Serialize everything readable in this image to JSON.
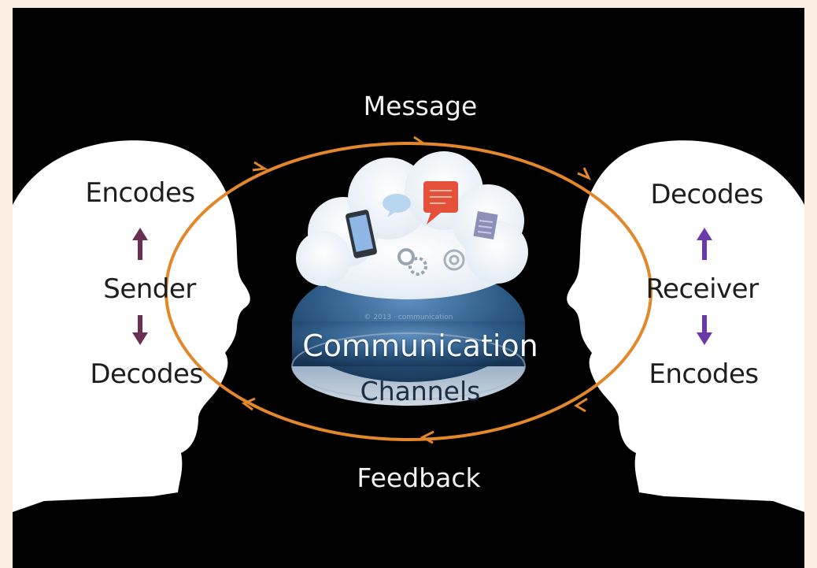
{
  "flow": {
    "top_label": "Message",
    "bottom_label": "Feedback"
  },
  "sender": {
    "top": "Encodes",
    "middle": "Sender",
    "bottom": "Decodes"
  },
  "receiver": {
    "top": "Decodes",
    "middle": "Receiver",
    "bottom": "Encodes"
  },
  "channel": {
    "line1": "Communication",
    "line2": "Channels"
  },
  "colors": {
    "background": "#fdeee3",
    "panel": "#000000",
    "arrow_orange": "#e2882b",
    "sender_arrow": "#6b2f52",
    "receiver_arrow": "#6a3aa8",
    "disc_blue": "#2d5a85"
  },
  "icons": [
    "tablet-icon",
    "chat-bubble-icon",
    "speech-bubble-icon",
    "gears-icon",
    "wifi-icon",
    "document-icon"
  ]
}
